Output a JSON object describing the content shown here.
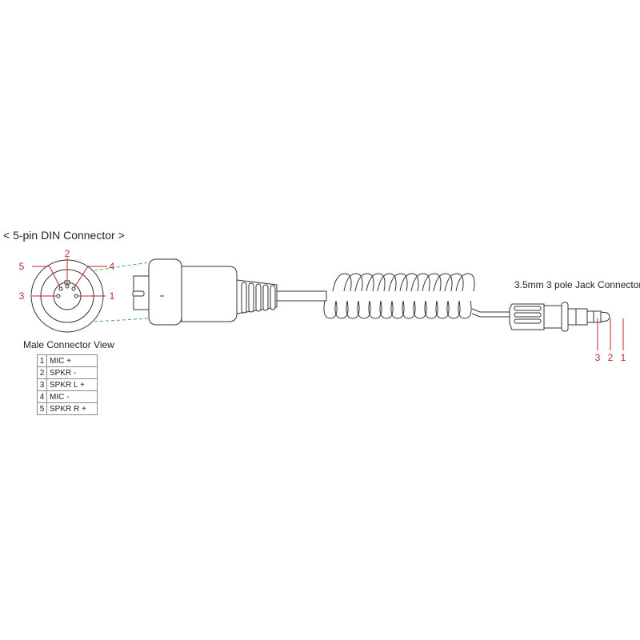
{
  "din_connector": {
    "title": "< 5-pin DIN Connector >",
    "view_label": "Male Connector View",
    "pin_numbers": [
      "2",
      "4",
      "5",
      "3",
      "1"
    ]
  },
  "pin_table": [
    {
      "pin": "1",
      "signal": "MIC +"
    },
    {
      "pin": "2",
      "signal": "SPKR -"
    },
    {
      "pin": "3",
      "signal": "SPKR L +"
    },
    {
      "pin": "4",
      "signal": "MIC -"
    },
    {
      "pin": "5",
      "signal": "SPKR R +"
    }
  ],
  "jack_connector": {
    "title": "3.5mm 3 pole Jack Connector",
    "pin_numbers": [
      "3",
      "2",
      "1"
    ]
  },
  "colors": {
    "line": "#333333",
    "pin_label": "#c0262d",
    "leader_dash": "#4caf50"
  }
}
